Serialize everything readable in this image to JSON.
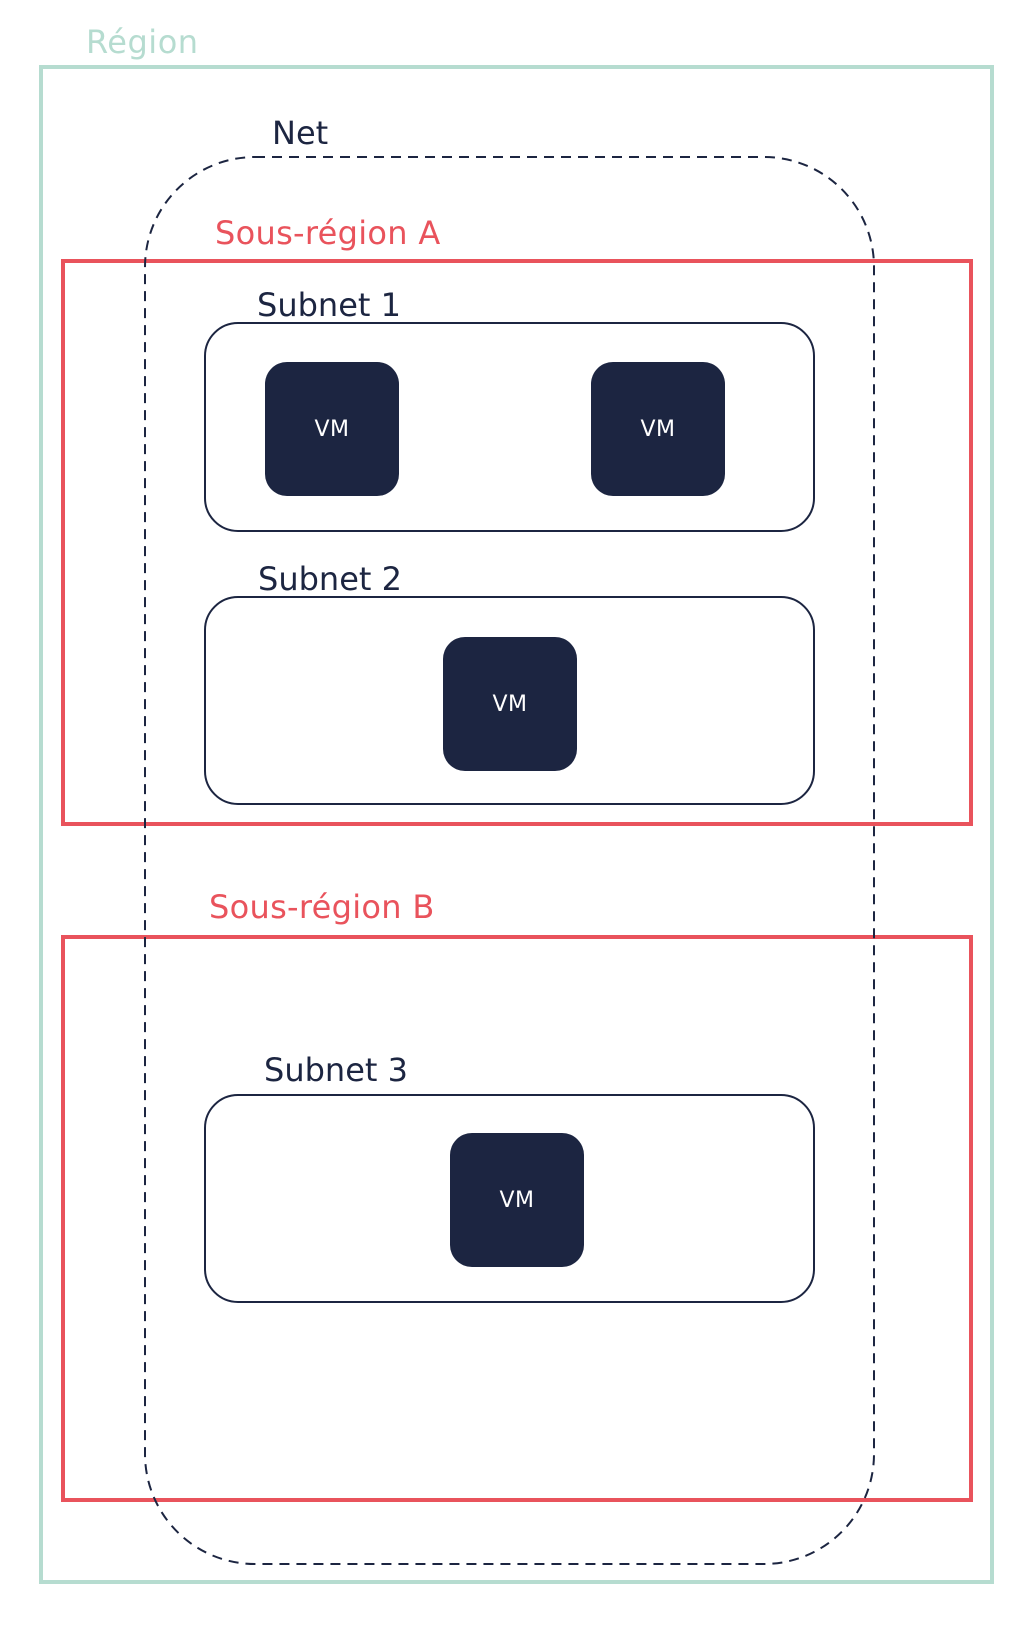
{
  "colors": {
    "region": "#b6dcd0",
    "subregion": "#e9535c",
    "net": "#1c2541",
    "subnet": "#1c2541",
    "vm_fill": "#1c2541",
    "vm_text": "#ffffff",
    "text_dark": "#1c2541"
  },
  "region": {
    "label": "Région"
  },
  "net": {
    "label": "Net"
  },
  "subregions": [
    {
      "label": "Sous-région A",
      "subnets": [
        {
          "label": "Subnet 1",
          "vms": [
            "VM",
            "VM"
          ]
        },
        {
          "label": "Subnet 2",
          "vms": [
            "VM"
          ]
        }
      ]
    },
    {
      "label": "Sous-région B",
      "subnets": [
        {
          "label": "Subnet 3",
          "vms": [
            "VM"
          ]
        }
      ]
    }
  ]
}
